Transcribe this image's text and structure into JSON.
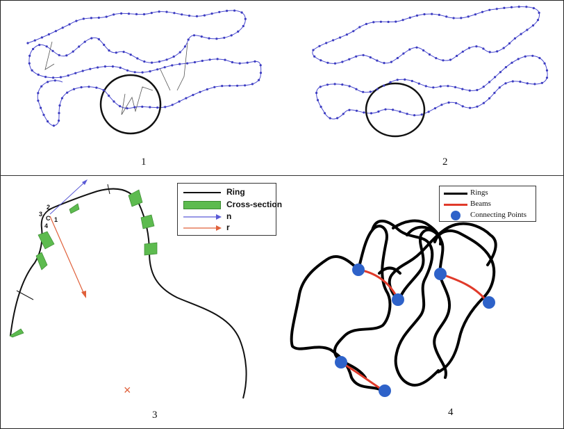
{
  "figure": {
    "panel_numbers": [
      "1",
      "2",
      "3",
      "4"
    ]
  },
  "panel3": {
    "legend": [
      {
        "label": "Ring",
        "symbol": "black-line",
        "color": "#111111"
      },
      {
        "label": "Cross-section",
        "symbol": "green-box",
        "color": "#5dbb4f"
      },
      {
        "label": "n",
        "symbol": "arrow",
        "color": "#5a5ad6"
      },
      {
        "label": "r",
        "symbol": "arrow",
        "color": "#e0603a"
      }
    ],
    "point_labels": [
      "2",
      "3",
      "C",
      "1",
      "4"
    ],
    "marker": "×"
  },
  "panel4": {
    "legend": [
      {
        "label": "Rings",
        "symbol": "black-line",
        "color": "#000000"
      },
      {
        "label": "Beams",
        "symbol": "red-line",
        "color": "#e03a2a"
      },
      {
        "label": "Connecting Points",
        "symbol": "blue-dot",
        "color": "#2e62c9"
      }
    ]
  },
  "colors": {
    "chain": "#4a4ad0",
    "chain_dot": "#3c3cc0",
    "ring": "#111111",
    "beam": "#e03a2a",
    "connect": "#2e62c9",
    "cross_section": "#5dbb4f"
  }
}
